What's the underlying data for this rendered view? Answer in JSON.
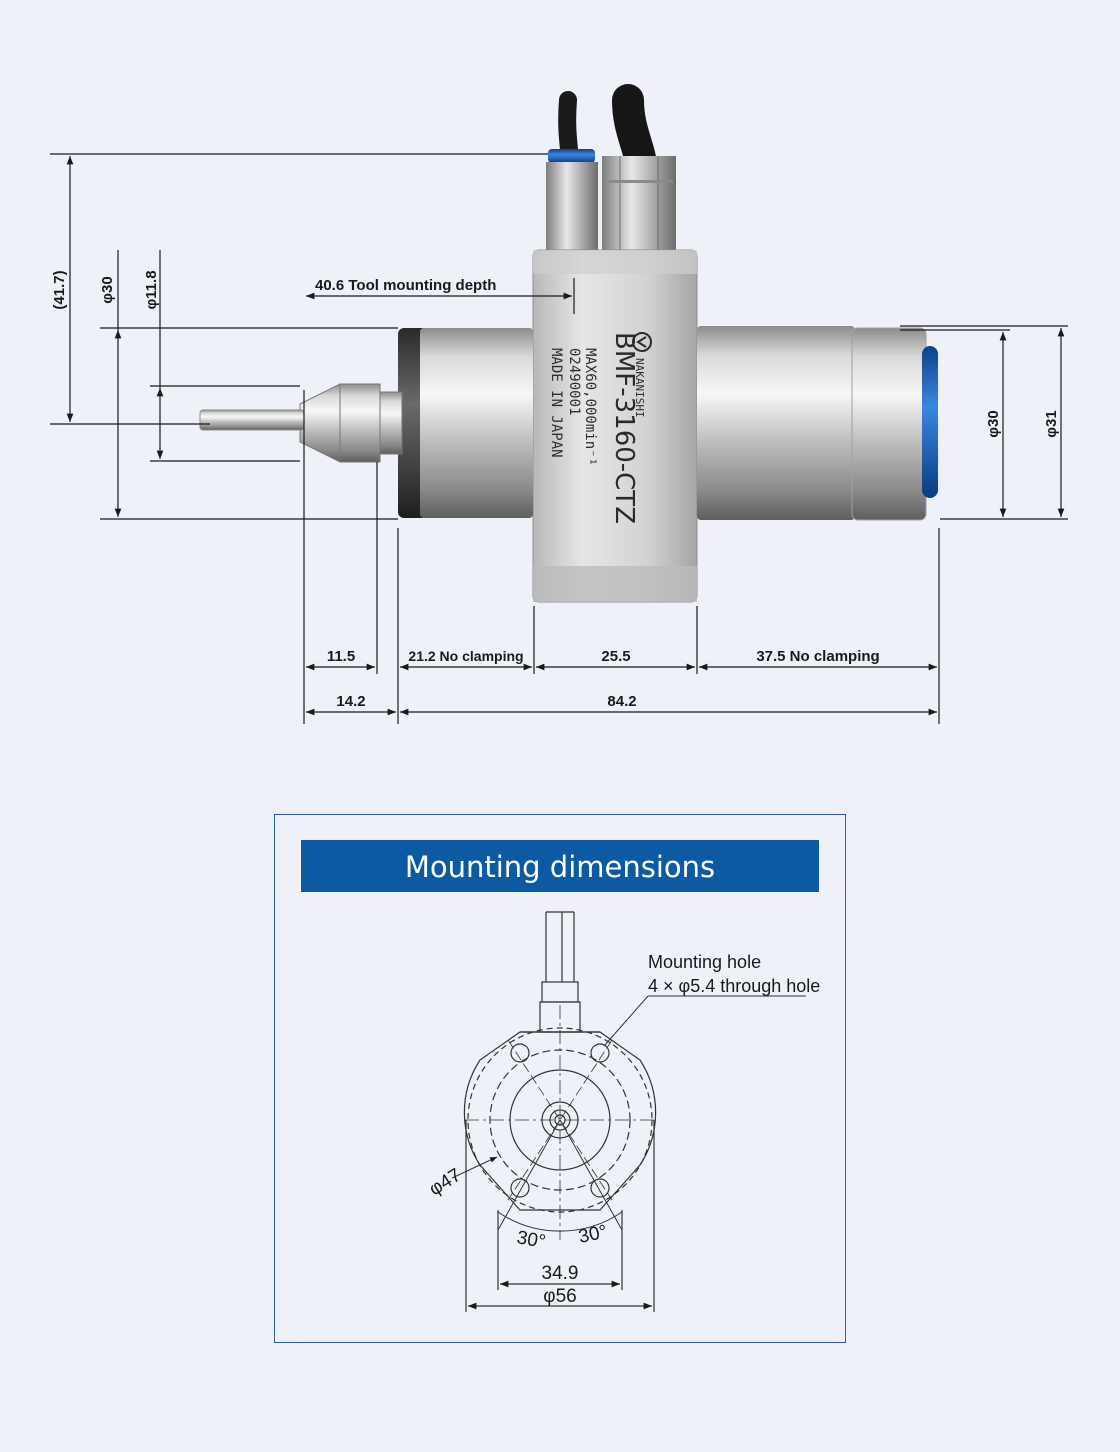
{
  "drawing": {
    "dimensions": {
      "overall_height": "(41.7)",
      "collet_dia": "φ30",
      "nut_dia": "φ11.8",
      "tool_depth": "40.6  Tool mounting depth",
      "body_dia_30": "φ30",
      "body_dia_31": "φ31",
      "d_11_5": "11.5",
      "d_21_2": "21.2  No clamping",
      "d_25_5": "25.5",
      "d_37_5": "37.5  No clamping",
      "d_14_2": "14.2",
      "d_84_2": "84.2"
    },
    "engraving": {
      "brand": "NAKANISHI",
      "model": "BMF-3160-CTZ",
      "speed": "MAX60,000min⁻¹",
      "serial": "02490001",
      "origin": "MADE IN JAPAN"
    }
  },
  "mounting": {
    "title": "Mounting dimensions",
    "hole_label_1": "Mounting hole",
    "hole_label_2": "4 × φ5.4 through hole",
    "dia_47": "φ47",
    "angle_left": "30°",
    "angle_right": "30°",
    "width_34_9": "34.9",
    "dia_56": "φ56"
  },
  "colors": {
    "header_blue": "#0b5aa2",
    "border_blue": "#2a63a7",
    "background": "#eef1f8",
    "endcap_blue": "#1e63c0"
  }
}
